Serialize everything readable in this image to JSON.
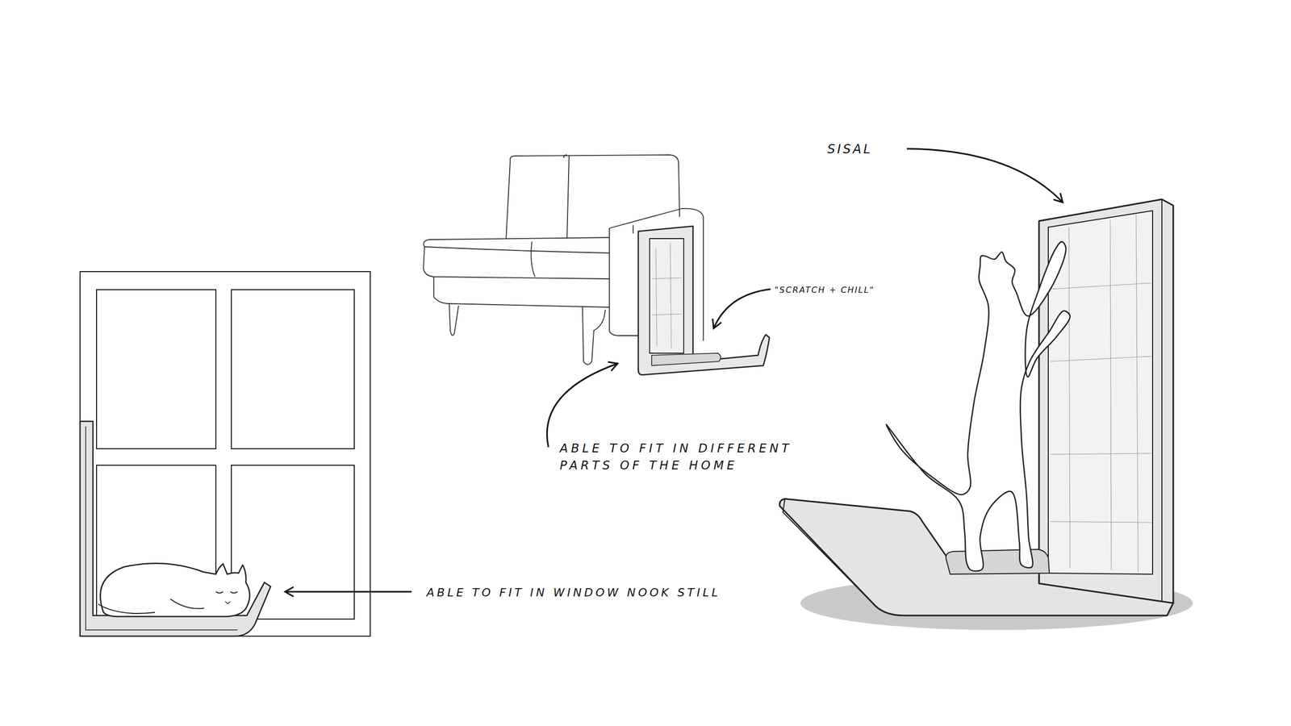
{
  "diagram": {
    "labels": [
      "SISAL",
      "\"SCRATCH + CHILL\"",
      "ABLE TO FIT IN DIFFERENT PARTS OF THE HOME",
      "ABLE TO FIT IN WINDOW NOOK STILL"
    ]
  }
}
